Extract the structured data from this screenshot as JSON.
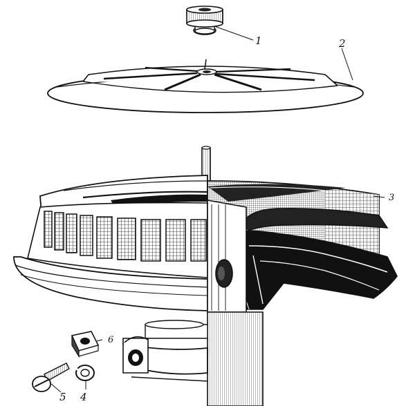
{
  "figure": {
    "callouts": [
      {
        "id": "1",
        "text": "1"
      },
      {
        "id": "2",
        "text": "2"
      },
      {
        "id": "3",
        "text": "3"
      },
      {
        "id": "4",
        "text": "4"
      },
      {
        "id": "5",
        "text": "5"
      },
      {
        "id": "6",
        "text": "6"
      }
    ],
    "colors": {
      "ink": "#111111",
      "paper": "#ffffff",
      "shade": "#333333",
      "mesh": "#555555"
    }
  }
}
